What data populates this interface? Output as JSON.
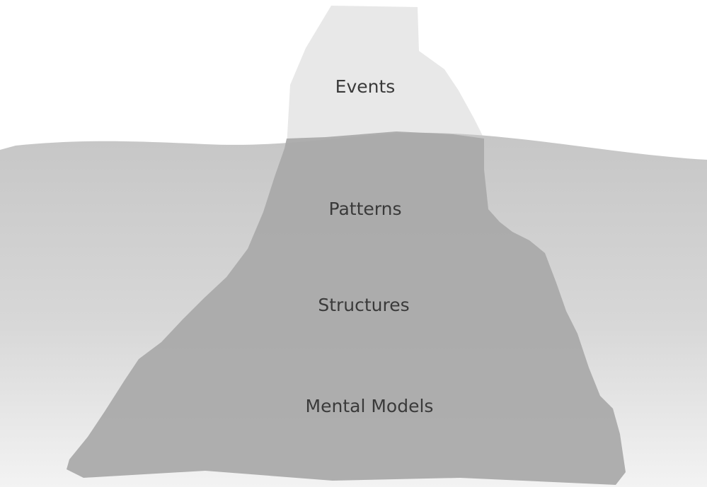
{
  "iceberg": {
    "layers": [
      {
        "label": "Events"
      },
      {
        "label": "Patterns"
      },
      {
        "label": "Structures"
      },
      {
        "label": "Mental Models"
      }
    ]
  },
  "colors": {
    "background": "#ffffff",
    "iceberg_above_water": "#e9e9e9",
    "water_top": "#c4c4c4",
    "water_bottom": "#f4f4f4",
    "iceberg_below_water": "#a9a9a9",
    "label_text": "#3a3a3a"
  }
}
